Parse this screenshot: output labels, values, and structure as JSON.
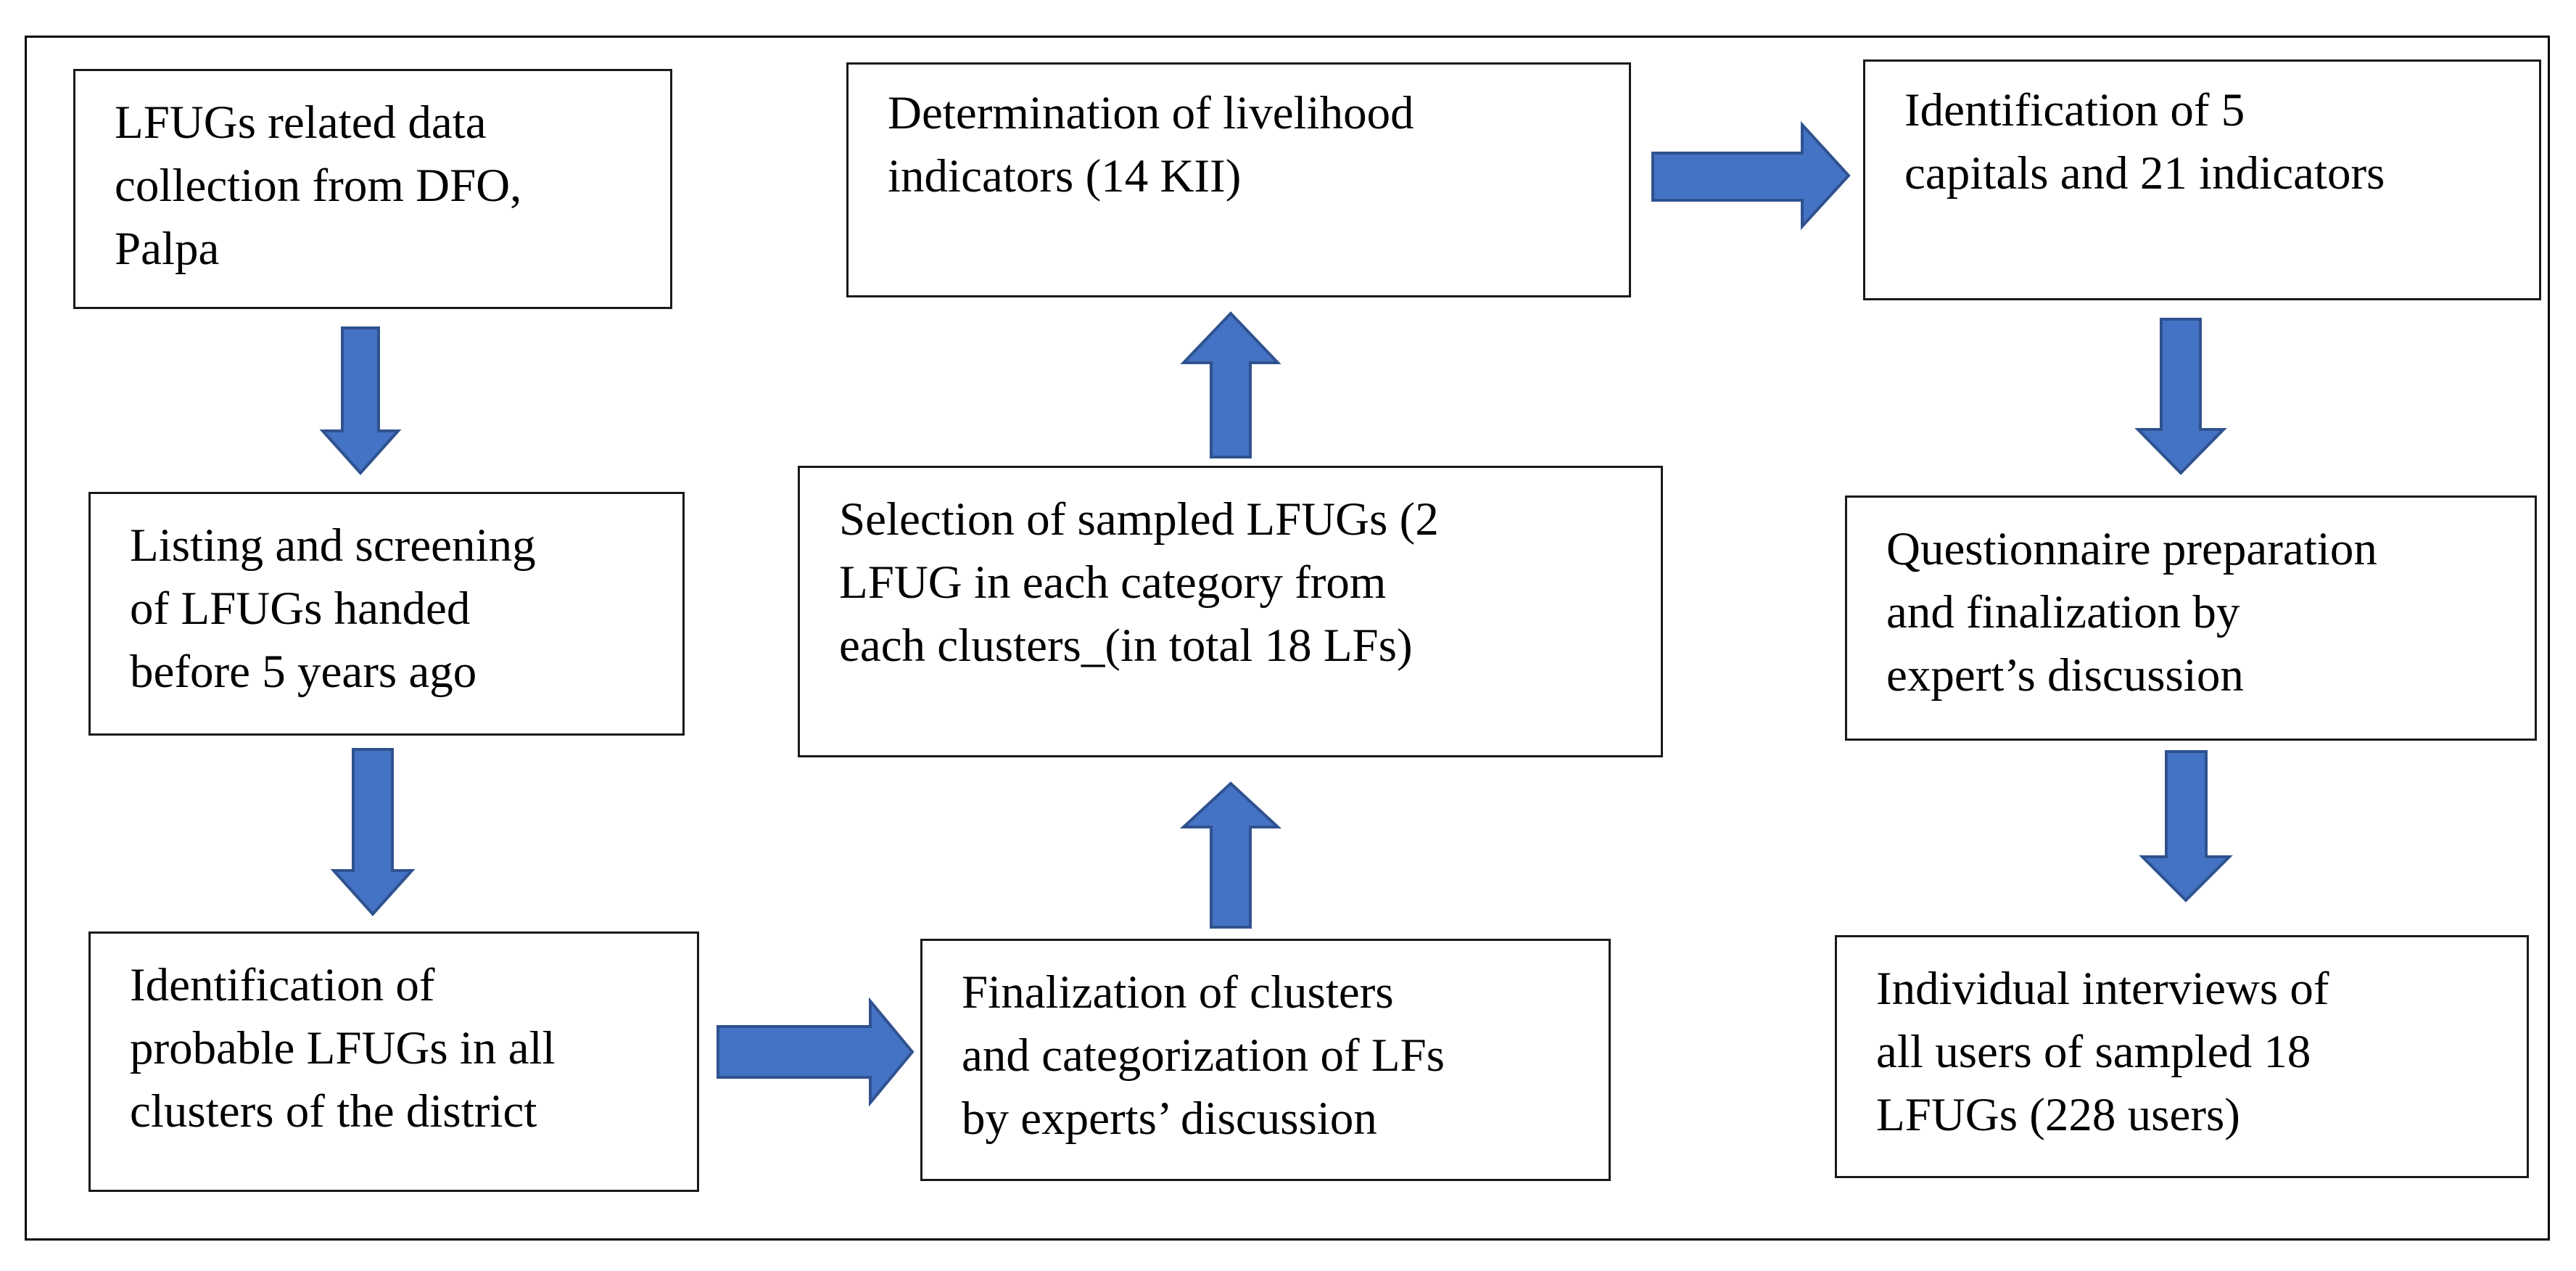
{
  "diagram": {
    "nodes": [
      {
        "id": "data-collection",
        "text": "LFUGs related data\ncollection from DFO,\nPalpa"
      },
      {
        "id": "listing-screening",
        "text": "Listing and screening\nof LFUGs handed\nbefore 5 years ago"
      },
      {
        "id": "identification-probable",
        "text": "Identification of\nprobable LFUGs in all\nclusters of the district"
      },
      {
        "id": "finalization-clusters",
        "text": "Finalization of clusters\nand categorization of LFs\nby experts’ discussion"
      },
      {
        "id": "selection-sampled",
        "text": "Selection of sampled LFUGs (2\nLFUG in each category from\neach clusters_(in total 18 LFs)"
      },
      {
        "id": "determination-indicators",
        "text": "Determination of livelihood\nindicators (14 KII)"
      },
      {
        "id": "identification-capitals",
        "text": "Identification of 5\ncapitals and 21 indicators"
      },
      {
        "id": "questionnaire",
        "text": "Questionnaire preparation\nand finalization by\nexpert’s discussion"
      },
      {
        "id": "interviews",
        "text": "Individual interviews of\nall users of sampled 18\nLFUGs (228 users)"
      }
    ],
    "edges": [
      {
        "from": "data-collection",
        "to": "listing-screening"
      },
      {
        "from": "listing-screening",
        "to": "identification-probable"
      },
      {
        "from": "identification-probable",
        "to": "finalization-clusters"
      },
      {
        "from": "finalization-clusters",
        "to": "selection-sampled"
      },
      {
        "from": "selection-sampled",
        "to": "determination-indicators"
      },
      {
        "from": "determination-indicators",
        "to": "identification-capitals"
      },
      {
        "from": "identification-capitals",
        "to": "questionnaire"
      },
      {
        "from": "questionnaire",
        "to": "interviews"
      }
    ],
    "colors": {
      "arrow_fill": "#4472c4",
      "arrow_stroke": "#2f528f",
      "border": "#1a1a1a"
    }
  }
}
